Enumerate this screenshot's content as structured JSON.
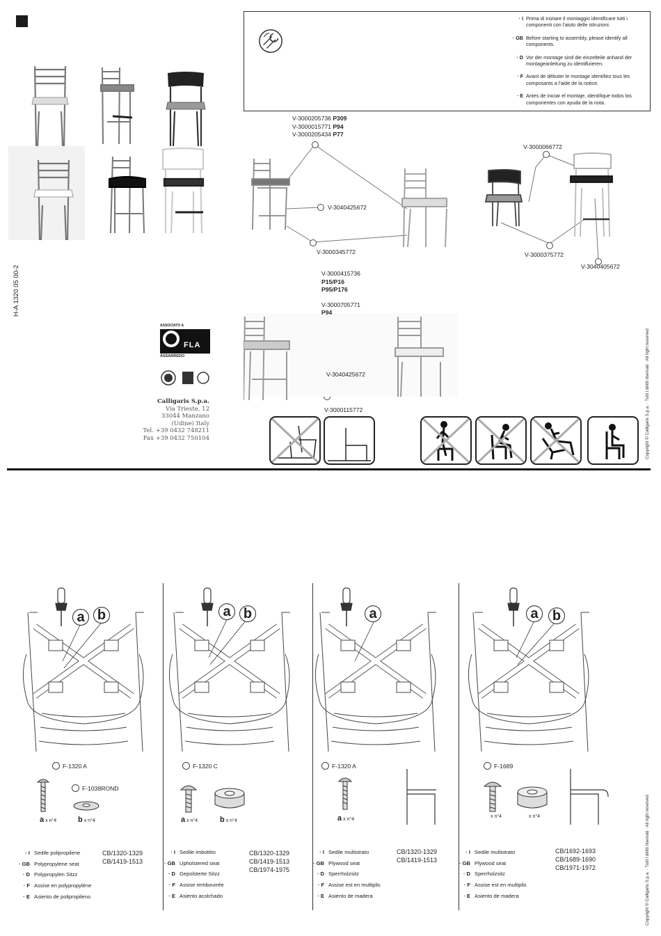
{
  "document": {
    "doc_code": "H-A 1320 05 00-2",
    "copyright": "Copyright © Calligaris S.p.a. · Tutti i diritti riservati · All right reserved"
  },
  "instructions": [
    {
      "code": "· I",
      "text": "Prima di iniziare il montaggio identificare tutti i componenti con l'aiuto delle istruzioni."
    },
    {
      "code": "· GB",
      "text": "Before starting to assembly, please identify all components."
    },
    {
      "code": "· D",
      "text": "Vor der montage sind die einzelteile anhand der montageanleitung zu identifizieren."
    },
    {
      "code": "· F",
      "text": "Avant de débuter le montage identifiez tous les composants a l'aide de la notice."
    },
    {
      "code": "· E",
      "text": "Antes de iniciar el montaje, identifique todos los componentes con ayuda de la nota."
    }
  ],
  "codes": {
    "group1_top": [
      {
        "code": "V-3000205736",
        "model": "P309"
      },
      {
        "code": "V-3000015771",
        "model": "P94"
      },
      {
        "code": "V-3000205434",
        "model": "P77"
      }
    ],
    "group1_mid": "V-3040425672",
    "group1_bottom": "V-3000345772",
    "group2_top": "V-3000066772",
    "group2_bottom": "V-3000375772",
    "group2_right": "V-3040405672",
    "group3_a": "V-3000415736",
    "group3_a_models": [
      "P15/P16",
      "P95/P176"
    ],
    "group3_b": "V-3000705771",
    "group3_b_model": "P94",
    "group3_mid": "V-3040425672",
    "group3_bottom": "V-3000115772"
  },
  "company": {
    "logo_text": "ASSOCIATO A",
    "logo_name": "FLA",
    "logo_sub": "ASSARREDO",
    "name": "Calligaris S.p.a.",
    "address": [
      "Via Trieste, 12",
      "33044 Manzano",
      "(Udine) Italy",
      "Tel. +39 0432 748211",
      "Fax +39 0432 750104"
    ]
  },
  "panels": [
    {
      "part": "F-1320 A",
      "part2": "F-1038ROND",
      "qty_a": "a",
      "qty_a_text": "x n°4",
      "qty_b": "b",
      "qty_b_text": "x n°4",
      "langs": [
        {
          "c": "· I",
          "t": "Sedile polipropilene"
        },
        {
          "c": "· GB",
          "t": "Polypropylene seat"
        },
        {
          "c": "· D",
          "t": "Polypropylen Sitzz"
        },
        {
          "c": "· F",
          "t": "Assise en polypropyléne"
        },
        {
          "c": "· E",
          "t": "Asiento de polipropileno"
        }
      ],
      "refs": [
        "CB/1320-1329",
        "CB/1419-1513"
      ]
    },
    {
      "part": "F-1320 C",
      "qty_a": "a",
      "qty_a_text": "x n°4",
      "qty_b": "b",
      "qty_b_text": "x n°4",
      "langs": [
        {
          "c": "· I",
          "t": "Sedile imbottito"
        },
        {
          "c": "· GB",
          "t": "Upholstered seat"
        },
        {
          "c": "· D",
          "t": "Gepolsterte Sitzz"
        },
        {
          "c": "· F",
          "t": "Assise rembourrée"
        },
        {
          "c": "· E",
          "t": "Asiento acolchado"
        }
      ],
      "refs": [
        "CB/1320-1329",
        "CB/1419-1513",
        "CB/1974-1975"
      ]
    },
    {
      "part": "F-1320 A",
      "qty_a": "a",
      "qty_a_text": "x n°4",
      "langs": [
        {
          "c": "· I",
          "t": "Sedile multistrato"
        },
        {
          "c": "· GB",
          "t": "Plywood seat"
        },
        {
          "c": "· D",
          "t": "Sperrholzsitz"
        },
        {
          "c": "· F",
          "t": "Assise est en multiplis"
        },
        {
          "c": "· E",
          "t": "Asiento de madera"
        }
      ],
      "refs": [
        "CB/1320-1329",
        "CB/1419-1513"
      ]
    },
    {
      "part": "F-1689",
      "qty_a_text": "x n°4",
      "qty_b_text": "x n°4",
      "langs": [
        {
          "c": "· I",
          "t": "Sedile multistrato"
        },
        {
          "c": "· GB",
          "t": "Plywood seat"
        },
        {
          "c": "· D",
          "t": "Sperrholzsitz"
        },
        {
          "c": "· F",
          "t": "Assise est en multiplis"
        },
        {
          "c": "· E",
          "t": "Asiento de madera"
        }
      ],
      "refs": [
        "CB/1692-1693",
        "CB/1689-1690",
        "CB/1971-1972"
      ]
    }
  ],
  "callouts": {
    "a": "a",
    "b": "b"
  }
}
